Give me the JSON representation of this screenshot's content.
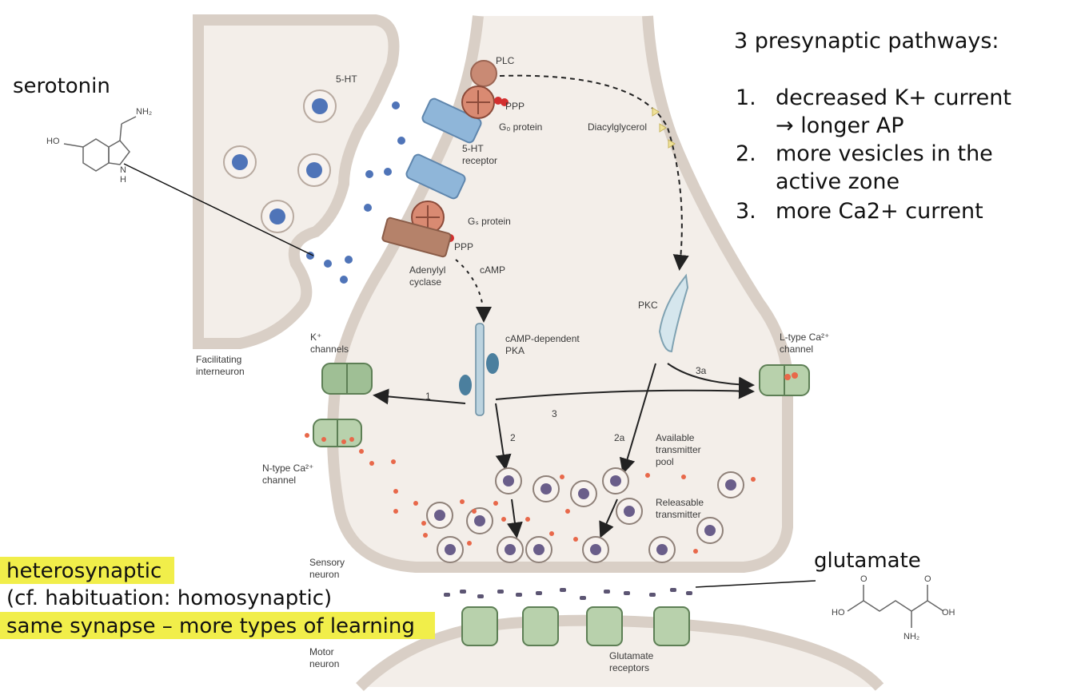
{
  "labels": {
    "five_ht": "5-HT",
    "plc": "PLC",
    "go_protein": "G₀ protein",
    "gs_protein": "Gₛ protein",
    "ppp": "PPP",
    "five_ht_receptor_line1": "5-HT",
    "five_ht_receptor_line2": "receptor",
    "diacylglycerol": "Diacylglycerol",
    "adenylyl_line1": "Adenylyl",
    "adenylyl_line2": "cyclase",
    "camp": "cAMP",
    "camp_pka_line1": "cAMP-dependent",
    "camp_pka_line2": "PKA",
    "pkc": "PKC",
    "k_channels_line1": "K⁺",
    "k_channels_line2": "channels",
    "facilitating_line1": "Facilitating",
    "facilitating_line2": "interneuron",
    "ltype_line1": "L-type Ca²⁺",
    "ltype_line2": "channel",
    "ntype_line1": "N-type Ca²⁺",
    "ntype_line2": "channel",
    "available_line1": "Available",
    "available_line2": "transmitter",
    "available_line3": "pool",
    "releasable_line1": "Releasable",
    "releasable_line2": "transmitter",
    "sensory_line1": "Sensory",
    "sensory_line2": "neuron",
    "motor_line1": "Motor",
    "motor_line2": "neuron",
    "glutamate_receptors_line1": "Glutamate",
    "glutamate_receptors_line2": "receptors",
    "path_1": "1",
    "path_2": "2",
    "path_2a": "2a",
    "path_3": "3",
    "path_3a": "3a"
  },
  "annotations": {
    "serotonin": "serotonin",
    "glutamate": "glutamate",
    "pathways_title": "3 presynaptic pathways:",
    "pathways": [
      {
        "num": "1.",
        "line1": "decreased K+ current",
        "line2": "→ longer AP"
      },
      {
        "num": "2.",
        "line1": "more vesicles in the",
        "line2": "active zone"
      },
      {
        "num": "3.",
        "line1": "more Ca2+ current",
        "line2": ""
      }
    ],
    "heterosynaptic": "heterosynaptic",
    "cf_habituation": "(cf. habituation: homosynaptic)",
    "same_synapse": "same synapse – more types of learning"
  },
  "chemistry": {
    "serotonin_nh2": "NH₂",
    "serotonin_ho": "HO",
    "serotonin_nh": "N",
    "serotonin_h": "H",
    "glu_o1": "O",
    "glu_o2": "O",
    "glu_ho": "HO",
    "glu_oh": "OH",
    "glu_nh2": "NH₂"
  },
  "colors": {
    "membrane": "#d9cfc6",
    "cytoplasm": "#f3eee9",
    "receptor_blue": "#8fb6d9",
    "g_protein": "#d98a72",
    "channel_green": "#9fbf95",
    "calcium_dot": "#e8684a",
    "vesicle": "#f7f2ee",
    "highlight": "#f1ee4a"
  }
}
